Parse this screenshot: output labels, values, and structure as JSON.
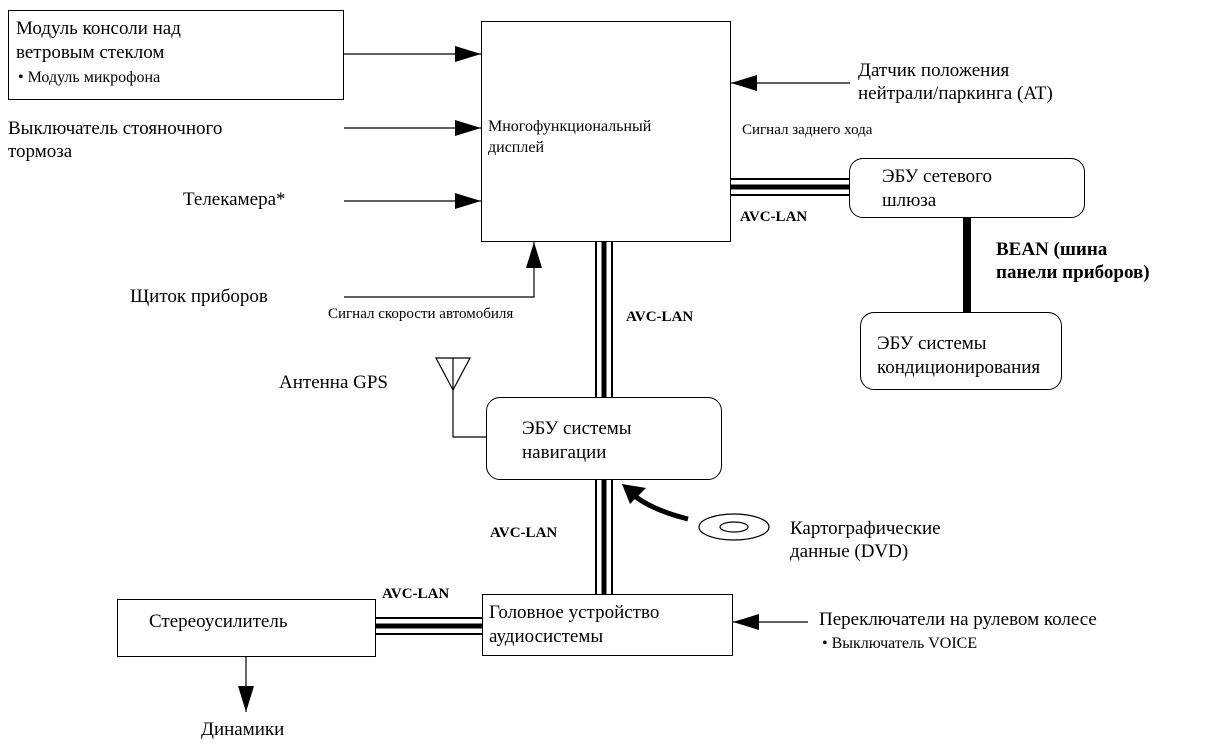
{
  "overhead_module": {
    "line1": "Модуль консоли над",
    "line2": "ветровым стеклом",
    "bullet": "•  Модуль микрофона"
  },
  "parking_brake": {
    "line1": "Выключатель стояночного",
    "line2": "тормоза"
  },
  "camera": "Телекамера*",
  "display": {
    "line1": "Многофункциональный",
    "line2": "дисплей"
  },
  "neutral_switch": {
    "line1": "Датчик положения",
    "line2": "нейтрали/паркинга (AT)"
  },
  "reverse_signal": "Сигнал заднего хода",
  "gateway_ecu": {
    "line1": "ЭБУ сетевого",
    "line2": "шлюза"
  },
  "avc_lan": "AVC-LAN",
  "bean": {
    "line1": "BEAN (шина",
    "line2": "панели приборов)"
  },
  "ac_ecu": {
    "line1": "ЭБУ системы",
    "line2": "кондиционирования"
  },
  "combination_meter": "Щиток приборов",
  "speed_signal": "Сигнал скорости автомобиля",
  "gps_antenna": "Антенна GPS",
  "nav_ecu": {
    "line1": "ЭБУ системы",
    "line2": "навигации"
  },
  "map_data": {
    "line1": "Картографические",
    "line2": "данные (DVD)"
  },
  "amplifier": "Стереоусилитель",
  "head_unit": {
    "line1": "Головное устройство",
    "line2": "аудиосистемы"
  },
  "steering_switches": {
    "line1": "Переключатели на рулевом колесе",
    "bullet": "•  Выключатель VOICE"
  },
  "speakers": "Динамики"
}
